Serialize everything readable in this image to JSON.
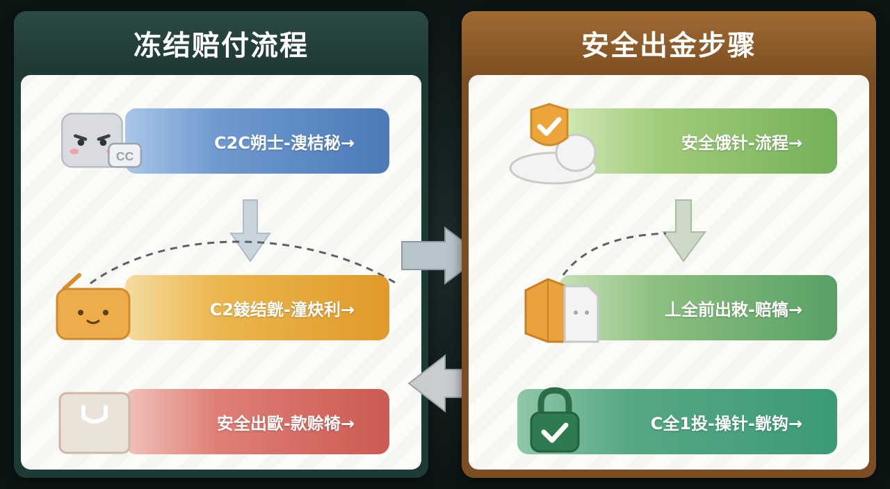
{
  "left_panel": {
    "title": "冻结赔付流程",
    "steps": [
      {
        "label": "C2C朔士-溲桔秘→",
        "icon": "face-robot-icon"
      },
      {
        "label": "C2錂结皝-潼炔利→",
        "icon": "basket-face-icon"
      },
      {
        "label": "安全出歐-款赊犄→",
        "icon": "shopping-bag-icon"
      }
    ]
  },
  "right_panel": {
    "title": "安全出金步骤",
    "steps": [
      {
        "label": "安全饿针-流程→",
        "icon": "shield-check-cloud-icon"
      },
      {
        "label": "丄全前出敇-赔犒→",
        "icon": "box-document-icon"
      },
      {
        "label": "C全1投-操针-皝钩→",
        "icon": "padlock-check-icon"
      }
    ]
  },
  "colors": {
    "left_header": "#1e3733",
    "right_header": "#7d4f22",
    "step_blue": "#5a86bf",
    "step_yellow": "#e3a63a",
    "step_red": "#d36a63",
    "step_green_light": "#8cbf6a",
    "step_green_mid": "#5da56e",
    "step_teal": "#3f9e7c"
  }
}
